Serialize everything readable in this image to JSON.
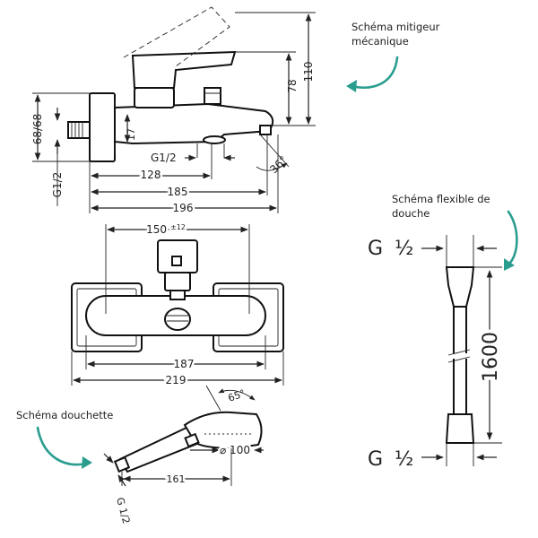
{
  "captions": {
    "mixer": [
      "Schéma mitigeur",
      "mécanique"
    ],
    "hose": [
      "Schéma flexible de",
      "douche"
    ],
    "handshower": "Schéma douchette"
  },
  "mixer_side": {
    "dim_height_total": "110",
    "dim_height_78": "78",
    "dim_17": "17",
    "dim_wall": "68/68",
    "dim_g_side": "G1/2",
    "dim_g_bottom": "G1/2",
    "dim_128": "128",
    "dim_185": "185",
    "dim_196": "196",
    "dim_angle": "36°"
  },
  "mixer_front": {
    "dim_150": "150",
    "dim_150_tol": "±12",
    "dim_187": "187",
    "dim_219": "219"
  },
  "hose": {
    "g_top": "G",
    "g_top_frac": "½",
    "g_bottom": "G",
    "g_bottom_frac": "½",
    "length": "1600"
  },
  "handshower": {
    "dim_angle": "65°",
    "dim_diameter": "⌀ 100",
    "dim_length": "161",
    "dim_g": "G 1/2"
  },
  "colors": {
    "accent": "#2a9d8f",
    "ink": "#222222"
  }
}
